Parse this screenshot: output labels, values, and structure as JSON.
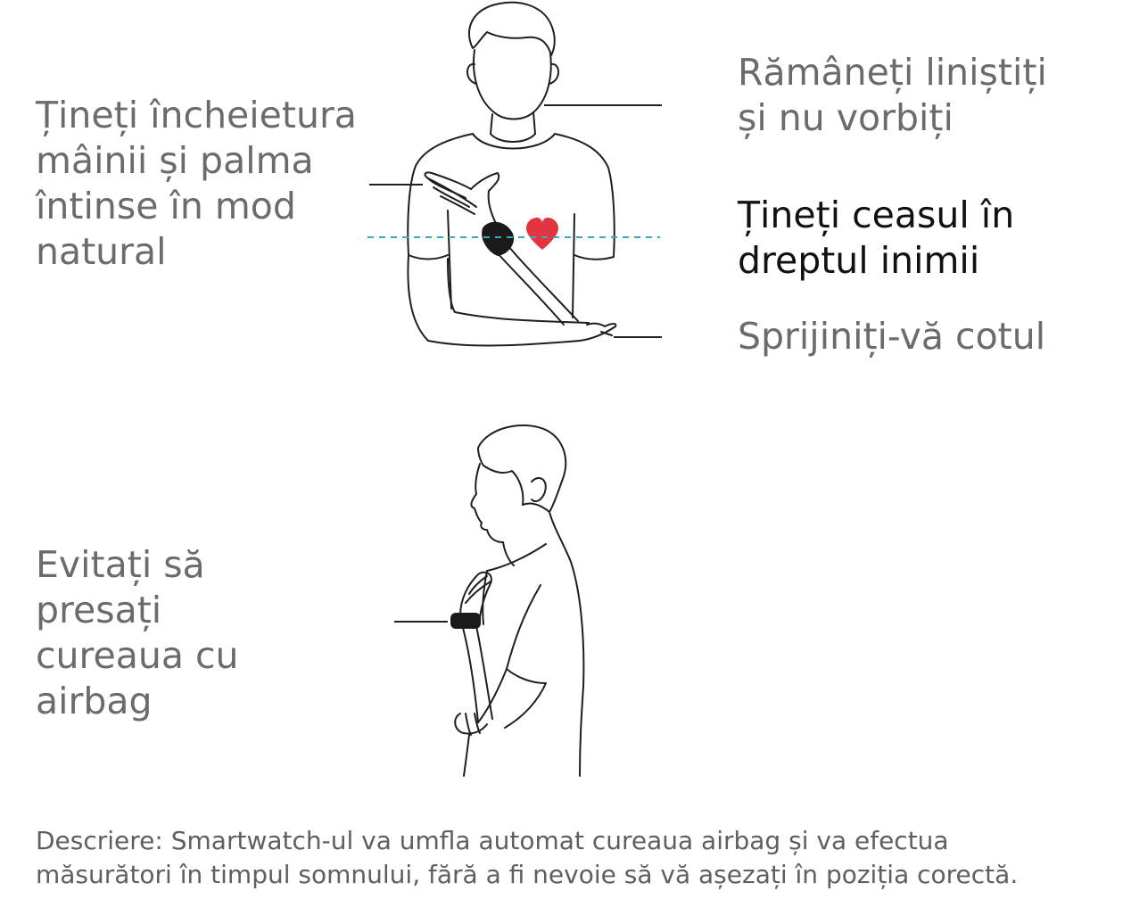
{
  "labels": {
    "wrist": [
      "Țineți încheietura",
      "mâinii și palma",
      "întinse în mod",
      "natural"
    ],
    "calm": [
      "Rămâneți liniștiți",
      "și nu vorbiți"
    ],
    "heart": [
      "Țineți ceasul în",
      "dreptul inimii"
    ],
    "elbow": [
      "Sprijiniți-vă cotul"
    ],
    "airbag": [
      "Evitați să",
      "presați",
      "cureaua cu",
      "airbag"
    ]
  },
  "description": [
    "Descriere: Smartwatch-ul va umfla automat cureaua airbag și va efectua",
    "măsurători în timpul somnului, fără a fi nevoie să vă așezați în poziția corectă."
  ],
  "colors": {
    "text_gray": "#6b6b6b",
    "text_dark": "#111111",
    "heart": "#e2353f",
    "guide_line": "#3aa7c9",
    "watch": "#1a1a1a",
    "outline": "#1f1f1f"
  },
  "icons": {
    "heart": "heart-icon",
    "watch_front": "watch-icon",
    "watch_side": "watch-icon"
  }
}
